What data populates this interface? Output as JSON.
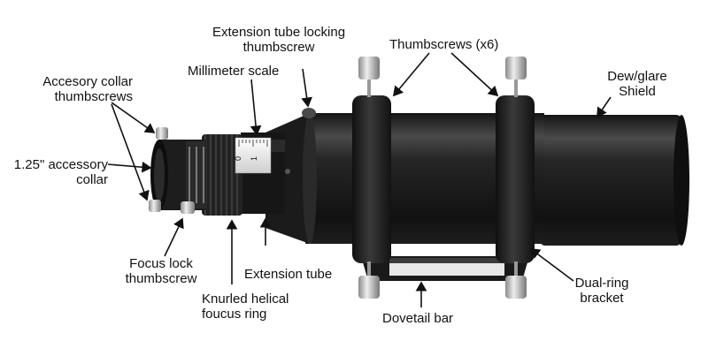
{
  "labels": {
    "extension_lock": [
      "Extension tube locking",
      "thumbscrew"
    ],
    "thumbscrews_x6": "Thumbscrews (x6)",
    "dew_shield": [
      "Dew/glare",
      "Shield"
    ],
    "accessory_thumbscrews": [
      "Accesory collar",
      "thumbscrews"
    ],
    "millimeter_scale": "Millimeter scale",
    "accessory_collar": [
      "1.25\" accessory",
      "collar"
    ],
    "focus_lock": [
      "Focus lock",
      "thumbscrew"
    ],
    "extension_tube": "Extension tube",
    "knurled_ring": [
      "Knurled helical",
      "foucus ring"
    ],
    "dovetail_bar": "Dovetail bar",
    "dual_ring": [
      "Dual-ring",
      "bracket"
    ]
  },
  "scale_marks": [
    "0",
    "1"
  ],
  "colors": {
    "body_dark": "#1c1c1c",
    "body_mid": "#2e2e2e",
    "highlight": "#5a5a5a",
    "screw_silver": "#c8c8c8",
    "text": "#111111",
    "leader": "#111111"
  }
}
